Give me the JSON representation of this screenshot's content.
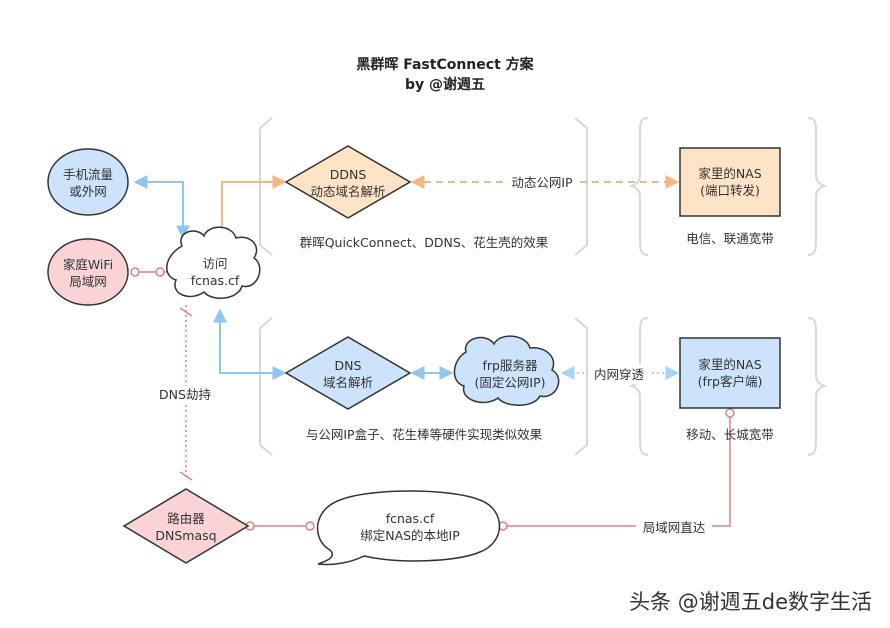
{
  "title": {
    "line1": "黑群晖 FastConnect 方案",
    "line2": "by @谢週五"
  },
  "nodes": {
    "mobile": "手机流量\n或外网",
    "home_wifi": "家庭WiFi\n局域网",
    "visit": "访问\nfcnas.cf",
    "ddns": "DDNS\n动态域名解析",
    "dns": "DNS\n域名解析",
    "frp_server": "frp服务器\n(固定公网IP)",
    "nas_top": "家里的NAS\n(端口转发)",
    "nas_bottom": "家里的NAS\n(frp客户端)",
    "router": "路由器\nDNSmasq",
    "speech": "fcnas.cf\n绑定NAS的本地IP"
  },
  "labels": {
    "dynamic_ip": "动态公网IP",
    "intranet": "内网穿透",
    "dns_hijack": "DNS劫持",
    "lan_direct": "局域网直达",
    "group_top_caption": "群晖QuickConnect、DDNS、花生壳的效果",
    "group_bottom_caption": "与公网IP盒子、花生棒等硬件实现类似效果",
    "isp_top": "电信、联通宽带",
    "isp_bottom": "移动、长城宽带"
  },
  "watermark": "头条 @谢週五de数字生活",
  "colors": {
    "blue_fill": "#cce3fb",
    "blue_stroke": "#7fa6d6",
    "orange_fill": "#fde3c6",
    "orange_stroke": "#e8b98a",
    "pink_fill": "#fad4d4",
    "pink_stroke": "#cc6666",
    "blue_arrow": "#8ec6f0",
    "orange_arrow": "#f4b983",
    "red_line": "#e8a0a0",
    "bracket": "#d8d8d8"
  }
}
